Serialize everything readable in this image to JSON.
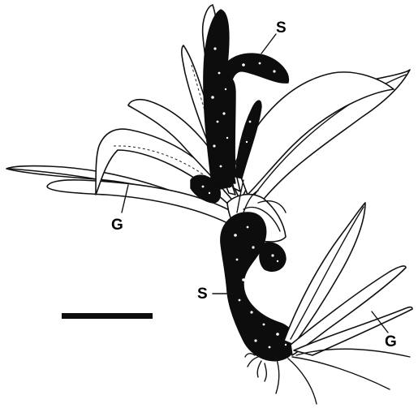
{
  "figure": {
    "labels": {
      "s_top": "S",
      "g_left": "G",
      "s_middle": "S",
      "g_right": "G"
    },
    "colors": {
      "ink": "#0d0d0d",
      "paper": "#ffffff"
    }
  }
}
